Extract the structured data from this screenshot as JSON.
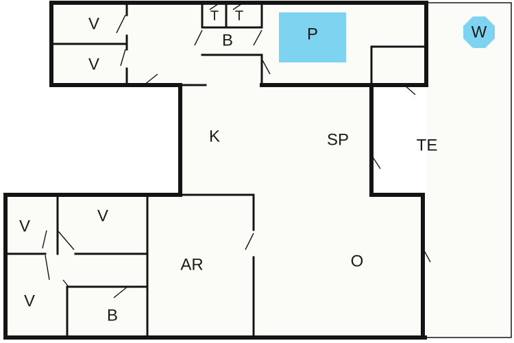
{
  "rooms": {
    "v_top_1": "V",
    "v_top_2": "V",
    "t_1": "T",
    "t_2": "T",
    "b_top": "B",
    "p": "P",
    "w": "W",
    "k": "K",
    "sp": "SP",
    "te": "TE",
    "v_left_1": "V",
    "v_left_2": "V",
    "v_left_3": "V",
    "b_bottom": "B",
    "ar": "AR",
    "o": "O"
  },
  "colors": {
    "wall": "#141414",
    "floor": "#fbfbf8",
    "water": "#7dd3f0"
  },
  "icons": {
    "pool": "pool-rectangle",
    "whirlpool": "whirlpool-octagon"
  }
}
